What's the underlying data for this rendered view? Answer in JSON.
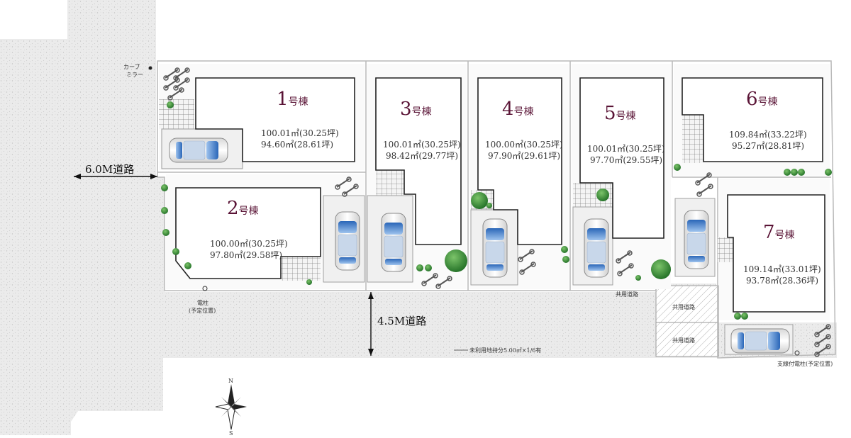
{
  "lots": [
    {
      "name": "1号棟",
      "num": "1",
      "suffix": "号棟",
      "land": "100.01㎡(30.25坪)",
      "building": "94.60㎡(28.61坪)"
    },
    {
      "name": "2号棟",
      "num": "2",
      "suffix": "号棟",
      "land": "100.00㎡(30.25坪)",
      "building": "97.80㎡(29.58坪)"
    },
    {
      "name": "3号棟",
      "num": "3",
      "suffix": "号棟",
      "land": "100.01㎡(30.25坪)",
      "building": "98.42㎡(29.77坪)"
    },
    {
      "name": "4号棟",
      "num": "4",
      "suffix": "号棟",
      "land": "100.00㎡(30.25坪)",
      "building": "97.90㎡(29.61坪)"
    },
    {
      "name": "5号棟",
      "num": "5",
      "suffix": "号棟",
      "land": "100.01㎡(30.25坪)",
      "building": "97.70㎡(29.55坪)"
    },
    {
      "name": "6号棟",
      "num": "6",
      "suffix": "号棟",
      "land": "109.84㎡(33.22坪)",
      "building": "95.27㎡(28.81坪)"
    },
    {
      "name": "7号棟",
      "num": "7",
      "suffix": "号棟",
      "land": "109.14㎡(33.01坪)",
      "building": "93.78㎡(28.36坪)"
    }
  ],
  "roads": {
    "west": "6.0M道路",
    "south": "4.5M道路",
    "shared": "共用道路",
    "unused_land": "未利用地持分5.00㎡×1/6有"
  },
  "labels": {
    "curve_mirror_1": "カーブ",
    "curve_mirror_2": "ミラー",
    "pole_1": "電柱",
    "pole_2": "(予定位置)",
    "support_pole": "支線付電柱(予定位置)"
  },
  "compass": {
    "north": "N",
    "south": "S"
  },
  "colors": {
    "road": "#e7e7e7",
    "house": "#ffffff",
    "lot_label": "#5a1436",
    "tile": "#7a7a7a",
    "tree": "#2f8a2f"
  }
}
